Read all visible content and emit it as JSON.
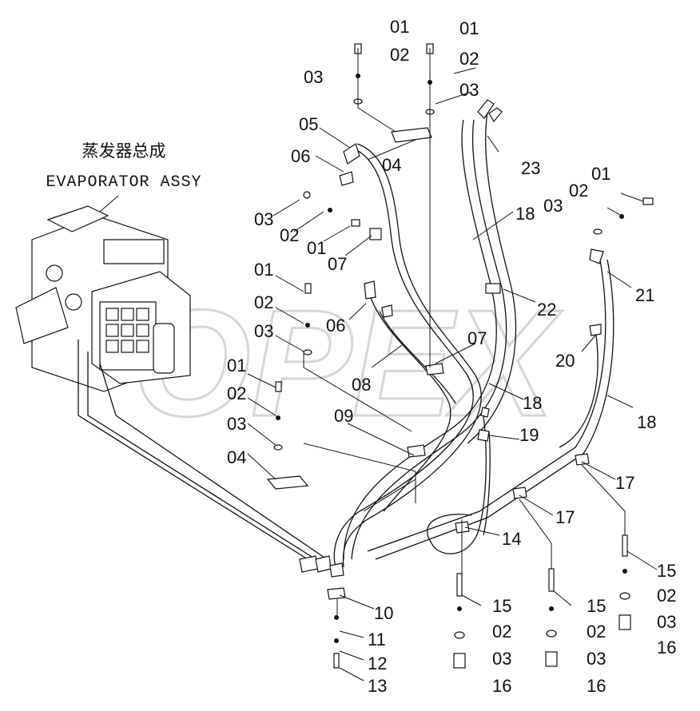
{
  "watermark": "OPEX",
  "title_cn": "蒸发器总成",
  "title_en": "EVAPORATOR ASSY",
  "callouts": [
    {
      "id": "c1",
      "text": "01"
    },
    {
      "id": "c2",
      "text": "02"
    },
    {
      "id": "c3",
      "text": "03"
    },
    {
      "id": "c4",
      "text": "04"
    },
    {
      "id": "c5",
      "text": "01"
    },
    {
      "id": "c6",
      "text": "02"
    },
    {
      "id": "c7",
      "text": "03"
    },
    {
      "id": "c8",
      "text": "05"
    },
    {
      "id": "c9",
      "text": "06"
    },
    {
      "id": "c10",
      "text": "23"
    },
    {
      "id": "c11",
      "text": "01"
    },
    {
      "id": "c12",
      "text": "02"
    },
    {
      "id": "c13",
      "text": "03"
    },
    {
      "id": "c14",
      "text": "18"
    },
    {
      "id": "c15",
      "text": "03"
    },
    {
      "id": "c16",
      "text": "02"
    },
    {
      "id": "c17",
      "text": "01"
    },
    {
      "id": "c18",
      "text": "07"
    },
    {
      "id": "c19",
      "text": "01"
    },
    {
      "id": "c20",
      "text": "02"
    },
    {
      "id": "c21",
      "text": "03"
    },
    {
      "id": "c22",
      "text": "06"
    },
    {
      "id": "c23",
      "text": "21"
    },
    {
      "id": "c24",
      "text": "22"
    },
    {
      "id": "c25",
      "text": "07"
    },
    {
      "id": "c26",
      "text": "20"
    },
    {
      "id": "c27",
      "text": "08"
    },
    {
      "id": "c28",
      "text": "01"
    },
    {
      "id": "c29",
      "text": "02"
    },
    {
      "id": "c30",
      "text": "18"
    },
    {
      "id": "c31",
      "text": "18"
    },
    {
      "id": "c32",
      "text": "03"
    },
    {
      "id": "c33",
      "text": "09"
    },
    {
      "id": "c34",
      "text": "19"
    },
    {
      "id": "c35",
      "text": "04"
    },
    {
      "id": "c36",
      "text": "17"
    },
    {
      "id": "c37",
      "text": "17"
    },
    {
      "id": "c38",
      "text": "14"
    },
    {
      "id": "c39",
      "text": "15"
    },
    {
      "id": "c40",
      "text": "02"
    },
    {
      "id": "c41",
      "text": "03"
    },
    {
      "id": "c42",
      "text": "10"
    },
    {
      "id": "c43",
      "text": "15"
    },
    {
      "id": "c44",
      "text": "15"
    },
    {
      "id": "c45",
      "text": "02"
    },
    {
      "id": "c46",
      "text": "02"
    },
    {
      "id": "c47",
      "text": "11"
    },
    {
      "id": "c48",
      "text": "16"
    },
    {
      "id": "c49",
      "text": "03"
    },
    {
      "id": "c50",
      "text": "03"
    },
    {
      "id": "c51",
      "text": "12"
    },
    {
      "id": "c52",
      "text": "16"
    },
    {
      "id": "c53",
      "text": "16"
    },
    {
      "id": "c54",
      "text": "13"
    }
  ]
}
